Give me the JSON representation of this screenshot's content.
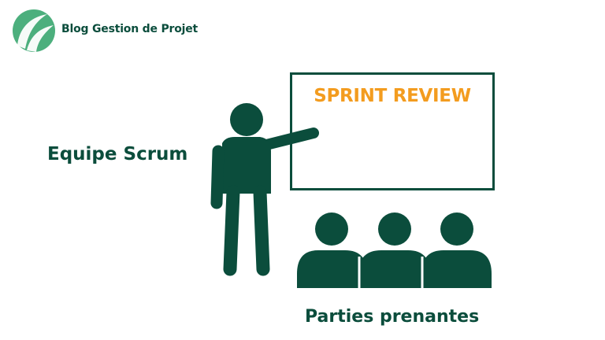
{
  "header": {
    "brand_name": "Blog Gestion de Projet",
    "logo_icon": "leaf-logo-icon"
  },
  "diagram": {
    "presenter_label": "Equipe Scrum",
    "board_title": "SPRINT REVIEW",
    "audience_label": "Parties prenantes",
    "presenter_icon": "presenter-pointing-icon",
    "audience_icon": "audience-group-icon"
  },
  "colors": {
    "primary_green": "#0b4d3c",
    "accent_orange": "#f39c1f",
    "logo_green": "#4caf7d",
    "background": "#ffffff"
  }
}
